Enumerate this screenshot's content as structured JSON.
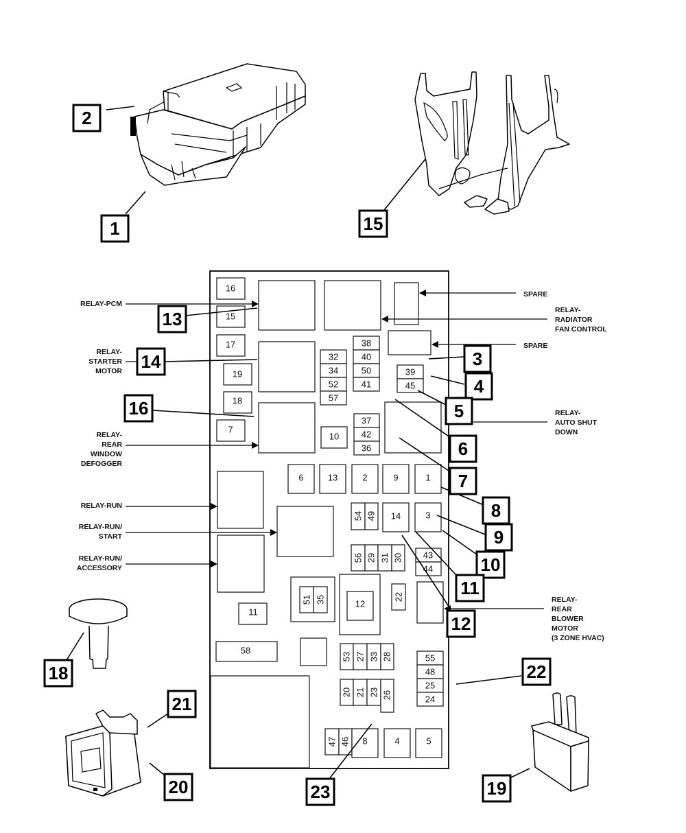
{
  "title": "Power Distribution Center - Fuse/Relay Layout",
  "callouts": {
    "c1": "1",
    "c2": "2",
    "c3": "3",
    "c4": "4",
    "c5": "5",
    "c6": "6",
    "c7": "7",
    "c8": "8",
    "c9": "9",
    "c10": "10",
    "c11": "11",
    "c12": "12",
    "c13": "13",
    "c14": "14",
    "c15": "15",
    "c16": "16",
    "c18": "18",
    "c19": "19",
    "c20": "20",
    "c21": "21",
    "c22": "22",
    "c23": "23"
  },
  "labels": {
    "relay_pcm": [
      "RELAY-PCM"
    ],
    "relay_starter": [
      "RELAY-",
      "STARTER",
      "MOTOR"
    ],
    "relay_rear_defogger": [
      "RELAY-",
      "REAR",
      "WINDOW",
      "DEFOGGER"
    ],
    "relay_run": [
      "RELAY-RUN"
    ],
    "relay_run_start": [
      "RELAY-RUN/",
      "START"
    ],
    "relay_run_accessory": [
      "RELAY-RUN/",
      "ACCESSORY"
    ],
    "spare_1": [
      "SPARE"
    ],
    "relay_radiator_fan": [
      "RELAY-",
      "RADIATOR",
      "FAN CONTROL"
    ],
    "spare_2": [
      "SPARE"
    ],
    "relay_auto_shutdown": [
      "RELAY-",
      "AUTO SHUT",
      "DOWN"
    ],
    "relay_rear_blower": [
      "RELAY-",
      "REAR",
      "BLOWER",
      "MOTOR",
      "(3 ZONE HVAC)"
    ]
  },
  "slots": {
    "s16": "16",
    "s15": "15",
    "s17": "17",
    "s19": "19",
    "s18": "18",
    "s7": "7",
    "s32": "32",
    "s34": "34",
    "s52": "52",
    "s57": "57",
    "s38": "38",
    "s40": "40",
    "s50": "50",
    "s41": "41",
    "s39": "39",
    "s45": "45",
    "s10": "10",
    "s37": "37",
    "s42": "42",
    "s36": "36",
    "s6": "6",
    "s13": "13",
    "s2": "2",
    "s9": "9",
    "s1": "1",
    "s54": "54",
    "s49": "49",
    "s14": "14",
    "s3": "3",
    "s56": "56",
    "s29": "29",
    "s31": "31",
    "s30": "30",
    "s43": "43",
    "s44": "44",
    "s51": "51",
    "s35": "35",
    "s12": "12",
    "s22": "22",
    "s11": "11",
    "s58": "58",
    "s53": "53",
    "s27": "27",
    "s33": "33",
    "s28": "28",
    "s55": "55",
    "s48": "48",
    "s25": "25",
    "s24": "24",
    "s20": "20",
    "s21": "21",
    "s23": "23",
    "s26": "26",
    "s47": "47",
    "s46": "46",
    "s8": "8",
    "s4": "4",
    "s5": "5"
  }
}
